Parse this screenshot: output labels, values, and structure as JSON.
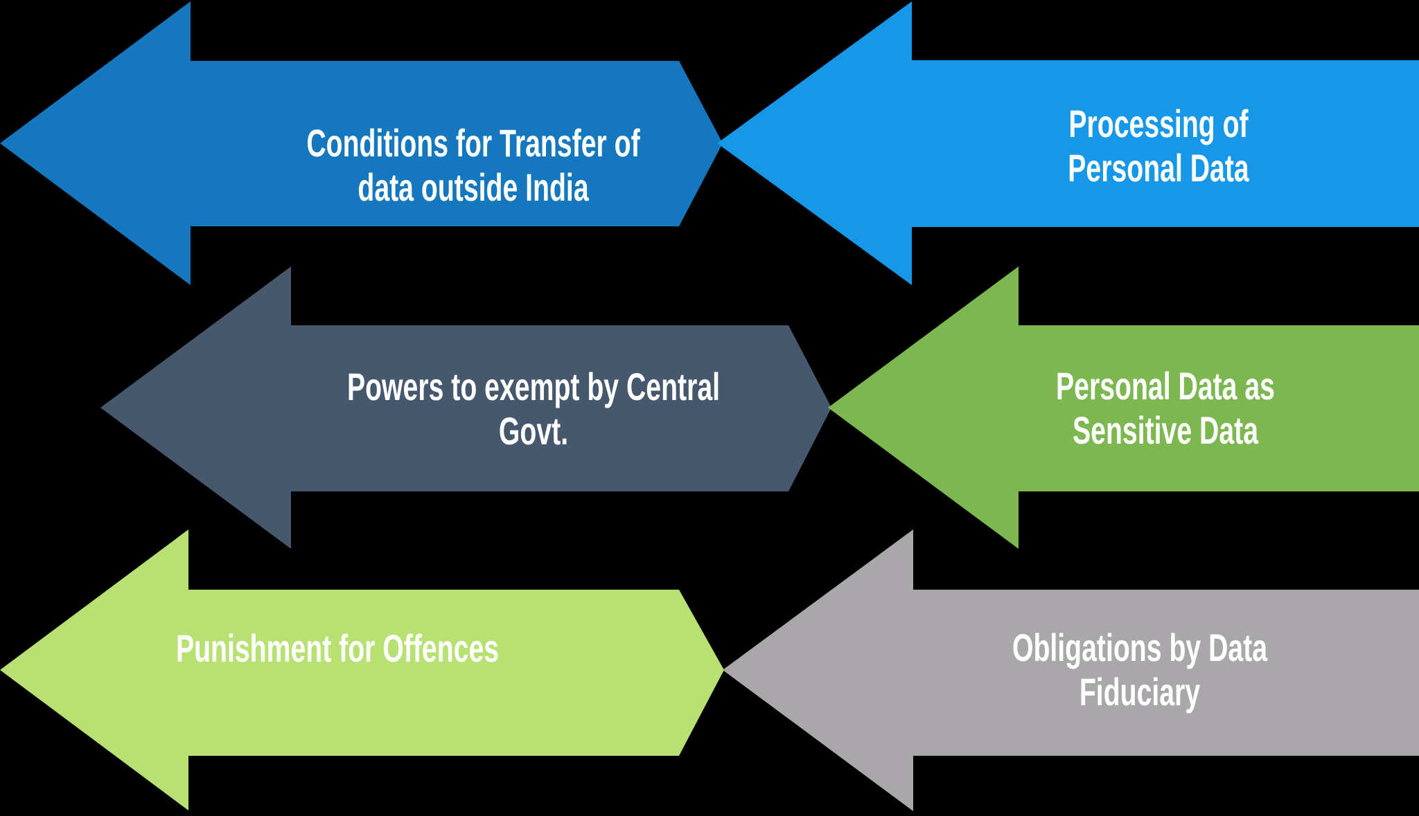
{
  "canvas": {
    "background_color": "#000000",
    "text_color": "#ffffff"
  },
  "arrows": [
    {
      "id": "conditions-transfer",
      "row": 1,
      "side": "left",
      "color": "#1577BE",
      "line1": "Conditions for Transfer of",
      "line2": "data outside India",
      "full_label": "Conditions for Transfer of data outside India"
    },
    {
      "id": "processing-personal-data",
      "row": 1,
      "side": "right",
      "color": "#1697E8",
      "line1": "Processing of",
      "line2": "Personal Data",
      "full_label": "Processing of Personal Data"
    },
    {
      "id": "powers-exempt-central-govt",
      "row": 2,
      "side": "left",
      "color": "#46586E",
      "line1": "Powers to exempt by Central",
      "line2": "Govt.",
      "full_label": "Powers to exempt by Central Govt."
    },
    {
      "id": "personal-data-sensitive",
      "row": 2,
      "side": "right",
      "color": "#7CB750",
      "line1": "Personal Data as",
      "line2": "Sensitive Data",
      "full_label": "Personal Data as Sensitive Data"
    },
    {
      "id": "punishment-offences",
      "row": 3,
      "side": "left",
      "color": "#B7E273",
      "line1": "Punishment for Offences",
      "line2": "",
      "full_label": "Punishment for Offences"
    },
    {
      "id": "obligations-data-fiduciary",
      "row": 3,
      "side": "right",
      "color": "#A9A7AA",
      "line1": "Obligations by Data",
      "line2": "Fiduciary",
      "full_label": "Obligations by Data Fiduciary"
    }
  ]
}
